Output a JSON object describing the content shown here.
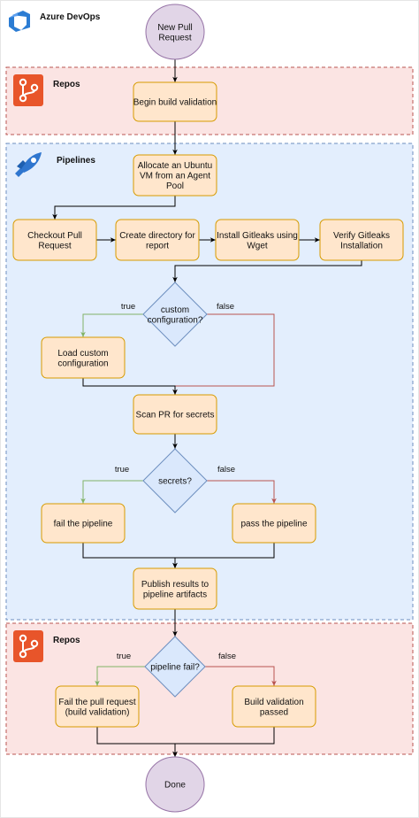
{
  "colors": {
    "process_fill": "#ffe6cc",
    "process_stroke": "#d79b00",
    "decision_fill": "#dae8fc",
    "decision_stroke": "#6c8ebf",
    "terminal_fill": "#e1d5e7",
    "terminal_stroke": "#9673a6",
    "repos_lane_fill": "#f8cecc",
    "repos_lane_stroke": "#b85450",
    "pipelines_lane_fill": "#dae8fc",
    "pipelines_lane_stroke": "#6c8ebf",
    "edge_default": "#000000",
    "edge_true": "#82b366",
    "edge_false": "#b85450",
    "repos_icon": "#e8552a",
    "pipelines_icon": "#2f76cf",
    "azure_icon": "#2b7cd3"
  },
  "header": {
    "title": "Azure DevOps",
    "icon": "azure-devops-icon"
  },
  "lanes": [
    {
      "id": "repos_top",
      "title": "Repos",
      "icon": "repos-icon"
    },
    {
      "id": "pipelines",
      "title": "Pipelines",
      "icon": "pipelines-icon"
    },
    {
      "id": "repos_bottom",
      "title": "Repos",
      "icon": "repos-icon"
    }
  ],
  "nodes": [
    {
      "id": "new_pr",
      "shape": "terminal",
      "lines": [
        "New Pull",
        "Request"
      ]
    },
    {
      "id": "begin",
      "shape": "process",
      "lines": [
        "Begin build validation"
      ]
    },
    {
      "id": "allocate",
      "shape": "process",
      "lines": [
        "Allocate an Ubuntu",
        "VM from an Agent",
        "Pool"
      ]
    },
    {
      "id": "checkout",
      "shape": "process",
      "lines": [
        "Checkout Pull",
        "Request"
      ]
    },
    {
      "id": "mkdir",
      "shape": "process",
      "lines": [
        "Create directory for",
        "report"
      ]
    },
    {
      "id": "install",
      "shape": "process",
      "lines": [
        "Install Gitleaks using",
        "Wget"
      ]
    },
    {
      "id": "verify",
      "shape": "process",
      "lines": [
        "Verify Gitleaks",
        "Installation"
      ]
    },
    {
      "id": "custom",
      "shape": "decision",
      "lines": [
        "custom",
        "configuration?"
      ]
    },
    {
      "id": "load",
      "shape": "process",
      "lines": [
        "Load custom",
        "configuration"
      ]
    },
    {
      "id": "scan",
      "shape": "process",
      "lines": [
        "Scan PR for secrets"
      ]
    },
    {
      "id": "secrets",
      "shape": "decision",
      "lines": [
        "secrets?"
      ]
    },
    {
      "id": "fail_pipe",
      "shape": "process",
      "lines": [
        "fail the pipeline"
      ]
    },
    {
      "id": "pass_pipe",
      "shape": "process",
      "lines": [
        "pass the pipeline"
      ]
    },
    {
      "id": "publish",
      "shape": "process",
      "lines": [
        "Publish results to",
        "pipeline artifacts"
      ]
    },
    {
      "id": "pfail",
      "shape": "decision",
      "lines": [
        "pipeline fail?"
      ]
    },
    {
      "id": "fail_pr",
      "shape": "process",
      "lines": [
        "Fail the pull request",
        "(build validation)"
      ]
    },
    {
      "id": "passed",
      "shape": "process",
      "lines": [
        "Build validation",
        "passed"
      ]
    },
    {
      "id": "done",
      "shape": "terminal",
      "lines": [
        "Done"
      ]
    }
  ],
  "edges": [
    {
      "from": "new_pr",
      "to": "begin",
      "kind": "default",
      "label": ""
    },
    {
      "from": "begin",
      "to": "allocate",
      "kind": "default",
      "label": ""
    },
    {
      "from": "allocate",
      "to": "checkout",
      "kind": "default",
      "label": ""
    },
    {
      "from": "checkout",
      "to": "mkdir",
      "kind": "default",
      "label": ""
    },
    {
      "from": "mkdir",
      "to": "install",
      "kind": "default",
      "label": ""
    },
    {
      "from": "install",
      "to": "verify",
      "kind": "default",
      "label": ""
    },
    {
      "from": "verify",
      "to": "custom",
      "kind": "default",
      "label": ""
    },
    {
      "from": "custom",
      "to": "load",
      "kind": "true",
      "label": "true"
    },
    {
      "from": "custom",
      "to": "scan",
      "kind": "false",
      "label": "false"
    },
    {
      "from": "load",
      "to": "scan",
      "kind": "default",
      "label": ""
    },
    {
      "from": "scan",
      "to": "secrets",
      "kind": "default",
      "label": ""
    },
    {
      "from": "secrets",
      "to": "fail_pipe",
      "kind": "true",
      "label": "true"
    },
    {
      "from": "secrets",
      "to": "pass_pipe",
      "kind": "false",
      "label": "false"
    },
    {
      "from": "fail_pipe",
      "to": "publish",
      "kind": "default",
      "label": ""
    },
    {
      "from": "pass_pipe",
      "to": "publish",
      "kind": "default",
      "label": ""
    },
    {
      "from": "publish",
      "to": "pfail",
      "kind": "default",
      "label": ""
    },
    {
      "from": "pfail",
      "to": "fail_pr",
      "kind": "true",
      "label": "true"
    },
    {
      "from": "pfail",
      "to": "passed",
      "kind": "false",
      "label": "false"
    },
    {
      "from": "fail_pr",
      "to": "done",
      "kind": "default",
      "label": ""
    },
    {
      "from": "passed",
      "to": "done",
      "kind": "default",
      "label": ""
    }
  ]
}
